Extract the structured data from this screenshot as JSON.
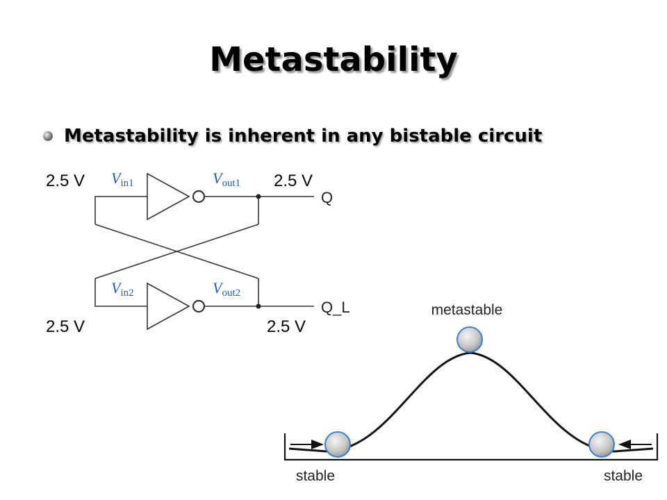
{
  "slide": {
    "title": "Metastability",
    "bullet": "Metastability is inherent in any bistable circuit"
  },
  "circuit": {
    "inverter1": {
      "input_label": "V",
      "input_sub": "in1",
      "output_label": "V",
      "output_sub": "out1",
      "output_name": "Q"
    },
    "inverter2": {
      "input_label": "V",
      "input_sub": "in2",
      "output_label": "V",
      "output_sub": "out2",
      "output_name": "Q_L"
    },
    "voltages": {
      "in1": "2.5 V",
      "out1": "2.5 V",
      "in2": "2.5 V",
      "out2": "2.5 V"
    }
  },
  "energy_diagram": {
    "top_label": "metastable",
    "left_label": "stable",
    "right_label": "stable"
  },
  "colors": {
    "label_blue": "#1f5fb0",
    "wire": "#333333",
    "ball_stroke": "#3a7fd0"
  }
}
